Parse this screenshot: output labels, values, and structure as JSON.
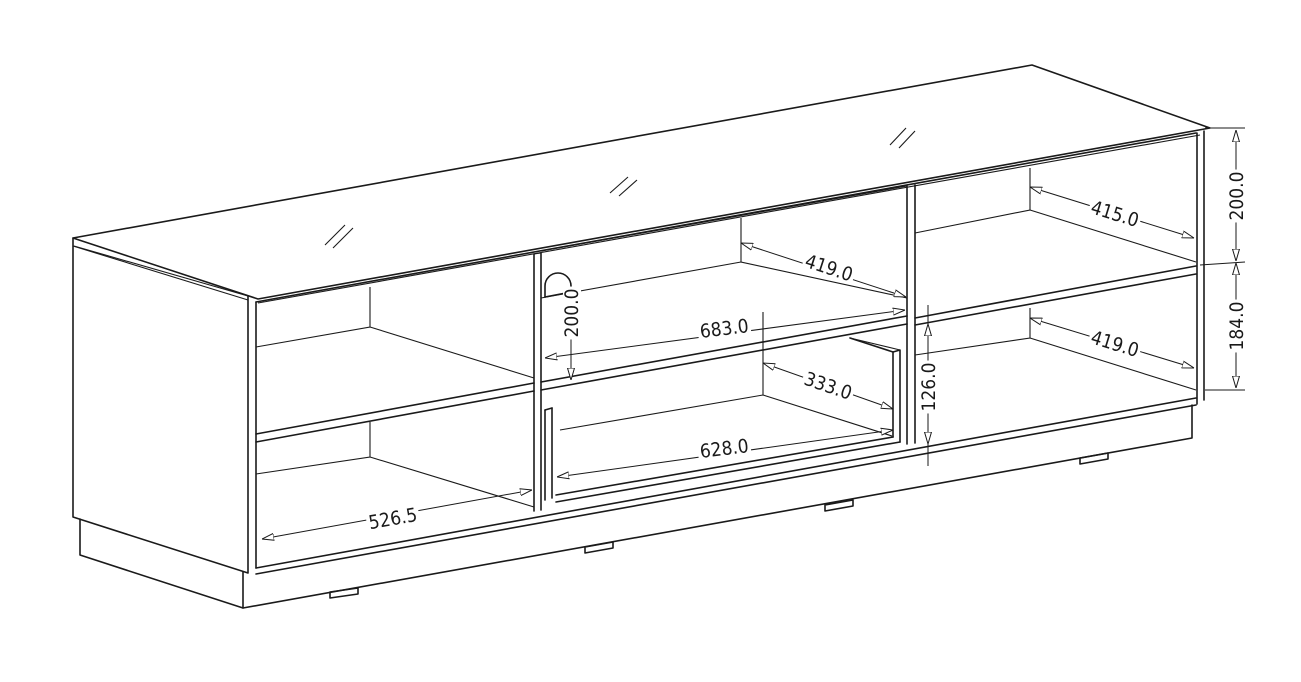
{
  "dimensions": {
    "d_5265": "526.5",
    "d_6830": "683.0",
    "d_6280": "628.0",
    "d_3330": "333.0",
    "d_4190_mid": "419.0",
    "d_4150": "415.0",
    "d_4190_right": "419.0",
    "d_2000_mid": "200.0",
    "d_1260": "126.0",
    "d_2000_right": "200.0",
    "d_1840": "184.0"
  }
}
